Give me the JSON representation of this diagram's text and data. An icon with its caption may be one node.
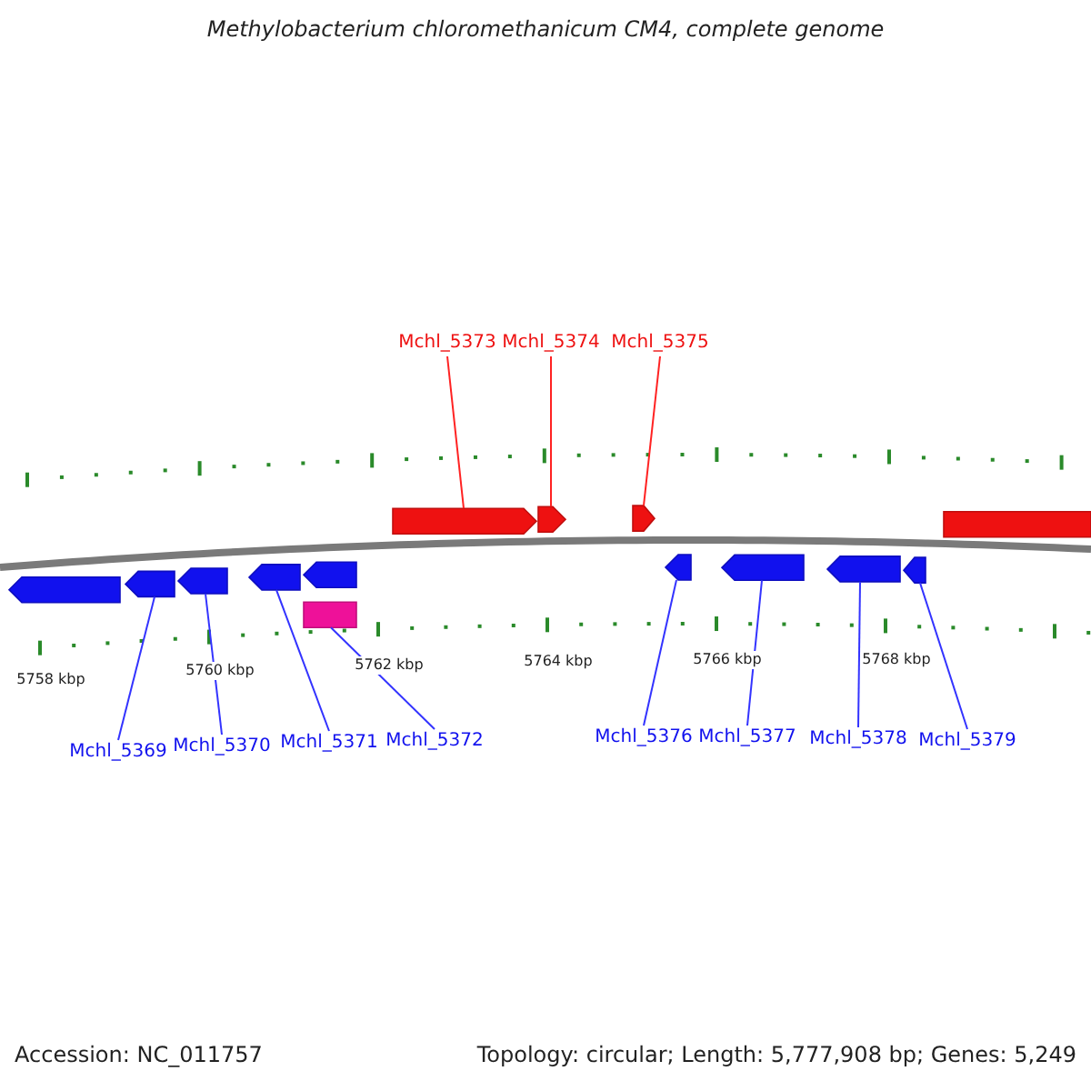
{
  "diagram": {
    "title": "Methylobacterium chloromethanicum CM4, complete genome",
    "nodes": [
      {
        "text": [
          "Mchl_5373"
        ]
      },
      {
        "text": [
          "Mchl_5374"
        ]
      },
      {
        "text": [
          "Mchl_5375"
        ]
      },
      {
        "text": [
          "Mchl_5369"
        ]
      },
      {
        "text": [
          "Mchl_5370"
        ]
      },
      {
        "text": [
          "Mchl_5371"
        ]
      },
      {
        "text": [
          "Mchl_5372"
        ]
      },
      {
        "text": [
          "Mchl_5376"
        ]
      },
      {
        "text": [
          "Mchl_5377"
        ]
      },
      {
        "text": [
          "Mchl_5378"
        ]
      },
      {
        "text": [
          "Mchl_5379"
        ]
      },
      {
        "text": [],
        "shape": "bar"
      },
      {
        "text": [],
        "shape": "bar"
      },
      {
        "text": [],
        "shape": "bar"
      },
      {
        "text": [],
        "shape": "bar"
      },
      {
        "text": [],
        "shape": "bar"
      },
      {
        "text": [],
        "shape": "bar"
      },
      {
        "text": [],
        "shape": "bar"
      },
      {
        "text": [],
        "shape": "bar"
      },
      {
        "text": [],
        "shape": "bar"
      },
      {
        "text": [],
        "shape": "bar"
      },
      {
        "text": [],
        "shape": "bar"
      },
      {
        "text": [],
        "shape": "bar"
      },
      {
        "text": [],
        "shape": "bar"
      },
      {
        "text": [],
        "shape": "bar"
      }
    ],
    "edges": [
      {
        "from": 0,
        "to": 11,
        "arrow": "none",
        "color": "#ff2222"
      },
      {
        "from": 1,
        "to": 12,
        "arrow": "none",
        "color": "#ff2222"
      },
      {
        "from": 2,
        "to": 13,
        "arrow": "none",
        "color": "#ff2222"
      },
      {
        "from": 3,
        "to": 16,
        "arrow": "none"
      },
      {
        "from": 4,
        "to": 17,
        "arrow": "none"
      },
      {
        "from": 5,
        "to": 18,
        "arrow": "none"
      },
      {
        "from": 6,
        "to": 20,
        "arrow": "none"
      },
      {
        "from": 7,
        "to": 21,
        "arrow": "none"
      },
      {
        "from": 8,
        "to": 22,
        "arrow": "none"
      },
      {
        "from": 9,
        "to": 23,
        "arrow": "none"
      },
      {
        "from": 10,
        "to": 24,
        "arrow": "none"
      }
    ],
    "labels": [
      "5758 kbp",
      "5760 kbp",
      "5762 kbp",
      "5764 kbp",
      "5766 kbp",
      "5768 kbp",
      "Accession: NC_011757",
      "Topology: circular; Length: 5,777,908 bp; Genes: 5,249"
    ]
  }
}
